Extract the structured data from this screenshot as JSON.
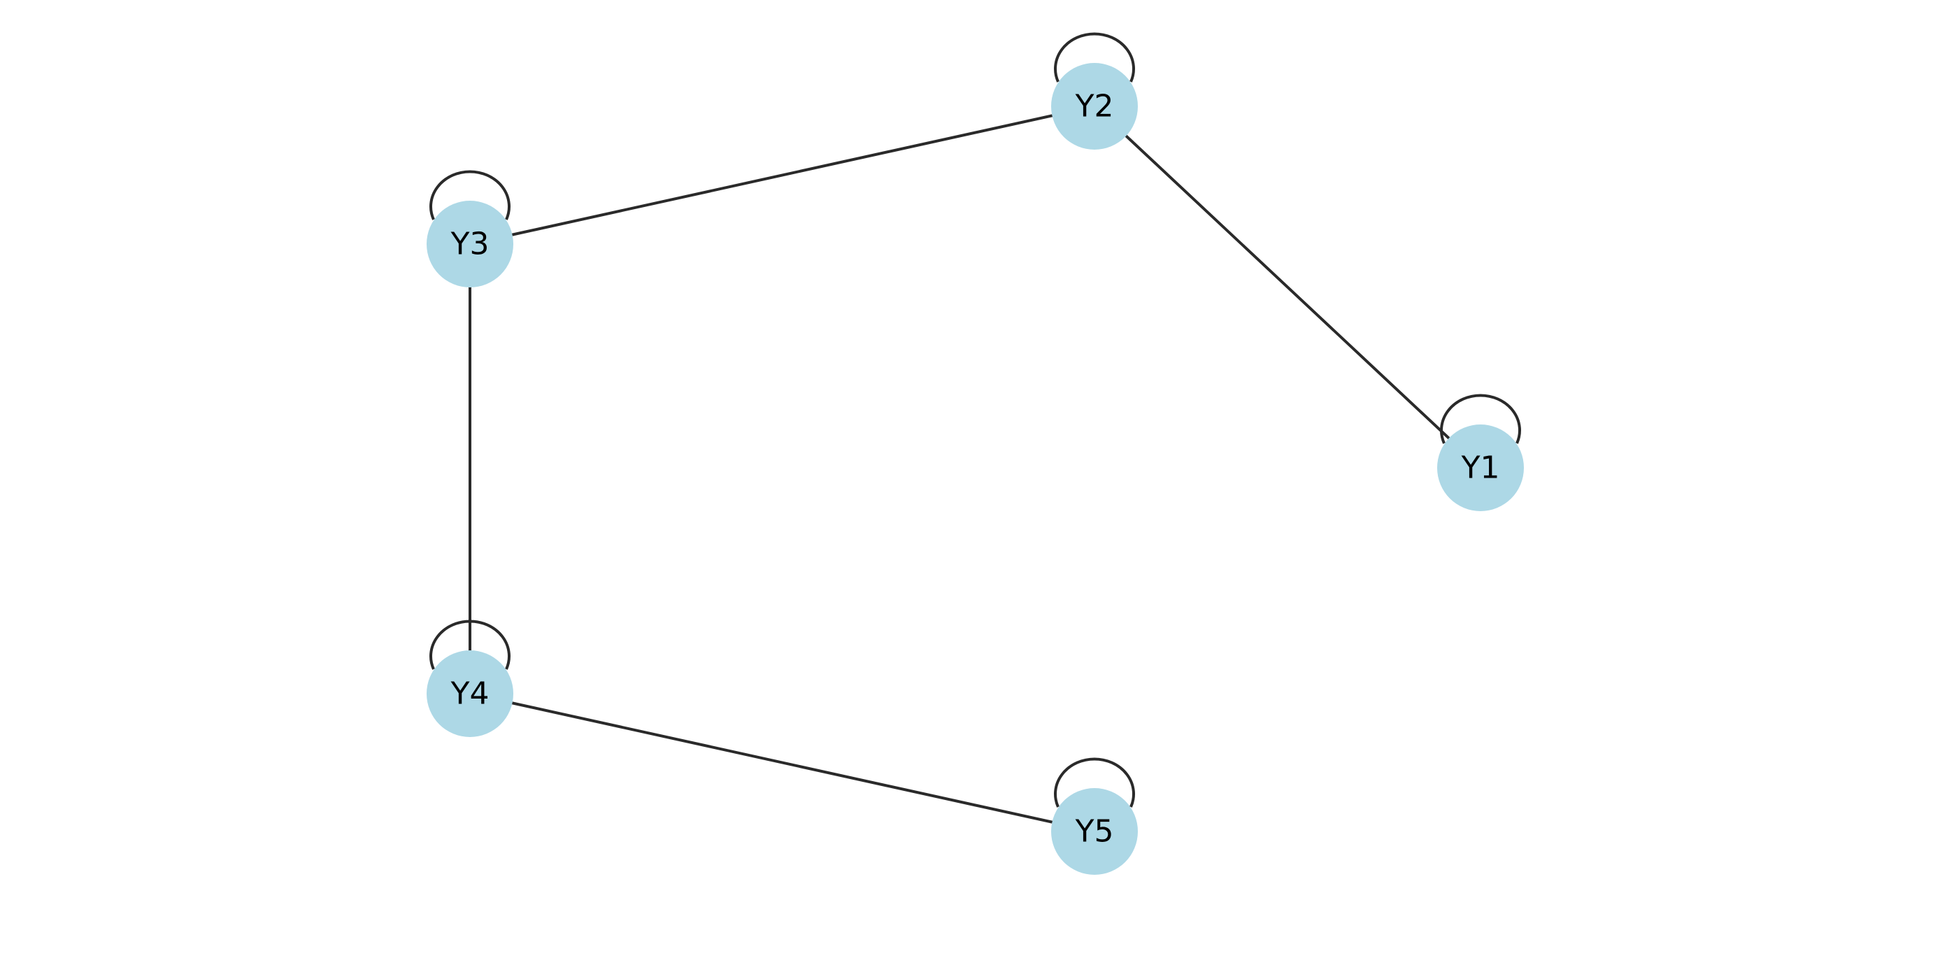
{
  "graph": {
    "directed": false,
    "colors": {
      "node_fill": "#add8e6",
      "edge": "#2a2a2a",
      "label": "#000000",
      "background": "#ffffff"
    },
    "nodes": [
      {
        "id": "Y1",
        "label": "Y1",
        "self_loop": true
      },
      {
        "id": "Y2",
        "label": "Y2",
        "self_loop": true
      },
      {
        "id": "Y3",
        "label": "Y3",
        "self_loop": true
      },
      {
        "id": "Y4",
        "label": "Y4",
        "self_loop": true
      },
      {
        "id": "Y5",
        "label": "Y5",
        "self_loop": true
      }
    ],
    "edges": [
      {
        "source": "Y2",
        "target": "Y1"
      },
      {
        "source": "Y2",
        "target": "Y3"
      },
      {
        "source": "Y3",
        "target": "Y4"
      },
      {
        "source": "Y4",
        "target": "Y5"
      }
    ]
  }
}
